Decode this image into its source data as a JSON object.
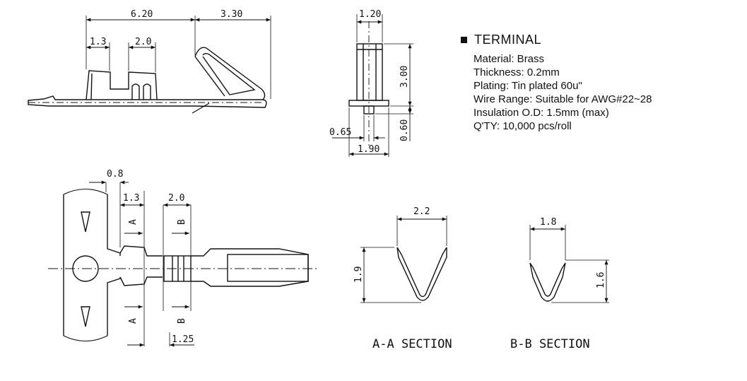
{
  "spec": {
    "title": "TERMINAL",
    "lines": [
      "Material:  Brass",
      "Thickness: 0.2mm",
      "Plating: Tin plated 60u\"",
      "Wire Range: Suitable for AWG#22~28",
      "Insulation O.D: 1.5mm (max)",
      "Q'TY: 10,000 pcs/roll"
    ]
  },
  "side_view": {
    "dims": [
      "6.20",
      "3.30",
      "1.3",
      "2.0"
    ]
  },
  "front_view": {
    "dims": [
      "1.20",
      "3.00",
      "0.65",
      "0.60",
      "1.90"
    ]
  },
  "top_view": {
    "dims": [
      "0.8",
      "1.3",
      "2.0",
      "1.25"
    ],
    "section_marks": [
      "A",
      "B",
      "A",
      "B"
    ]
  },
  "section_aa": {
    "dims": [
      "2.2",
      "1.9"
    ],
    "label": "A-A  SECTION"
  },
  "section_bb": {
    "dims": [
      "1.8",
      "1.6"
    ],
    "label": "B-B  SECTION"
  }
}
